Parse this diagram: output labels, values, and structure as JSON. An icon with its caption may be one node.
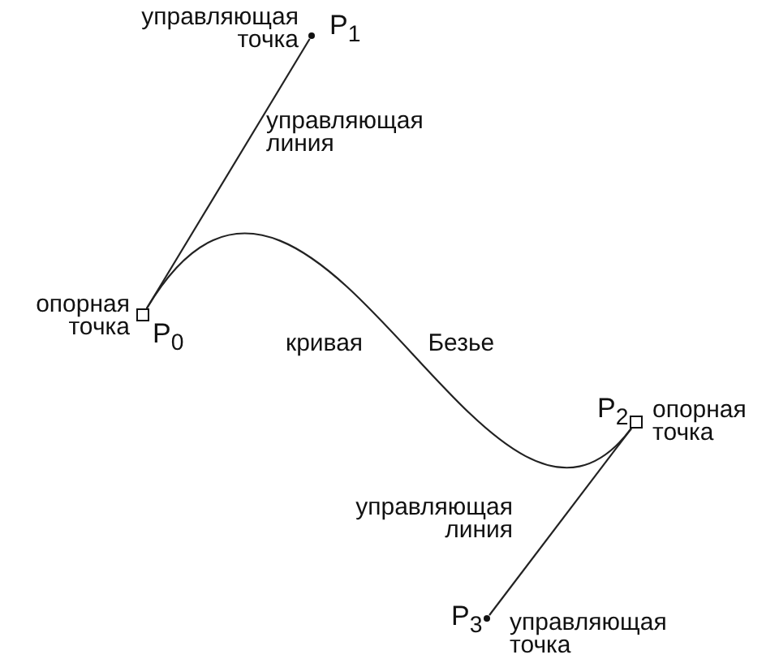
{
  "diagram": {
    "nodes": [
      {
        "text": [],
        "shape": "box",
        "beside": [
          "опорная точка",
          "P$_{0}$"
        ]
      },
      {
        "text": [],
        "shape": "circle",
        "beside": [
          "управляющая точка",
          "P$_{1}$"
        ]
      },
      {
        "text": [],
        "shape": "box",
        "beside": [
          "P$_{2}$",
          "опорная точка"
        ]
      },
      {
        "text": [],
        "shape": "circle",
        "beside": [
          "P$_{3}$",
          "управляющая точка"
        ]
      }
    ],
    "edges": [
      {
        "from": 0,
        "to": 1,
        "arrow": "none",
        "label": "управляющая линия"
      },
      {
        "from": 0,
        "to": 2,
        "arrow": "none",
        "label": "кривая Безье"
      },
      {
        "from": 2,
        "to": 3,
        "arrow": "none",
        "label": "управляющая линия"
      }
    ]
  }
}
